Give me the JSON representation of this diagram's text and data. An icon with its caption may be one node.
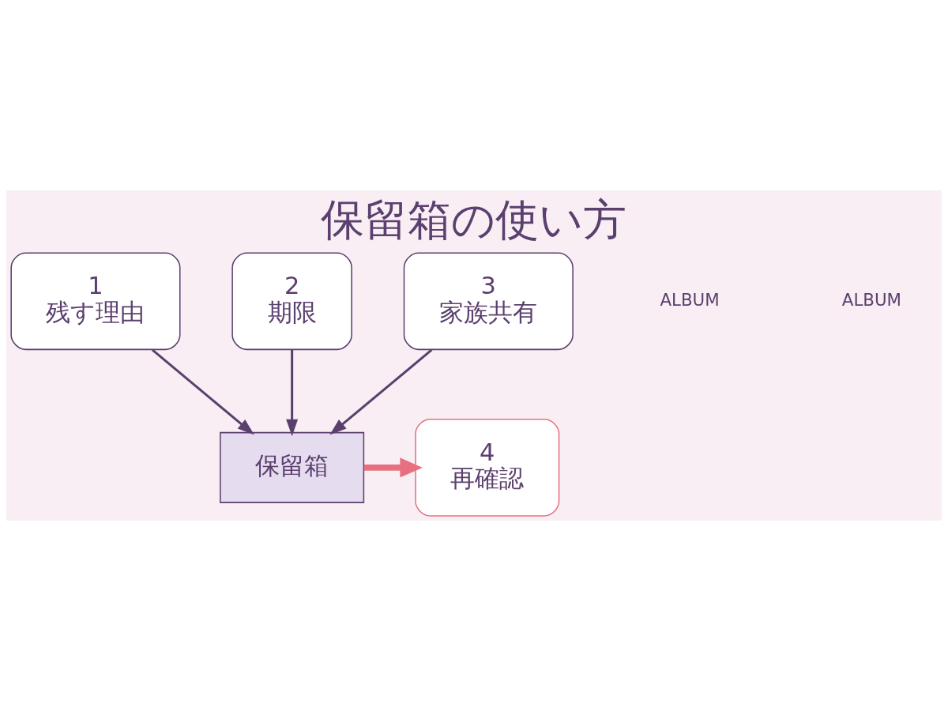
{
  "diagram": {
    "title": "保留箱の使い方",
    "nodes": [
      {
        "text": [
          "1",
          "残す理由"
        ]
      },
      {
        "text": [
          "2",
          "期限"
        ]
      },
      {
        "text": [
          "3",
          "家族共有"
        ]
      },
      {
        "text": [
          "保留箱"
        ]
      },
      {
        "text": [
          "4",
          "再確認"
        ]
      }
    ],
    "edges": [
      {
        "from": 0,
        "to": 3,
        "arrow": "to"
      },
      {
        "from": 1,
        "to": 3,
        "arrow": "to"
      },
      {
        "from": 2,
        "to": 3,
        "arrow": "to"
      },
      {
        "from": 3,
        "to": 4,
        "arrow": "to",
        "style": "thick",
        "color": "#e8707e"
      }
    ],
    "labels": [
      "ALBUM",
      "ALBUM"
    ]
  }
}
